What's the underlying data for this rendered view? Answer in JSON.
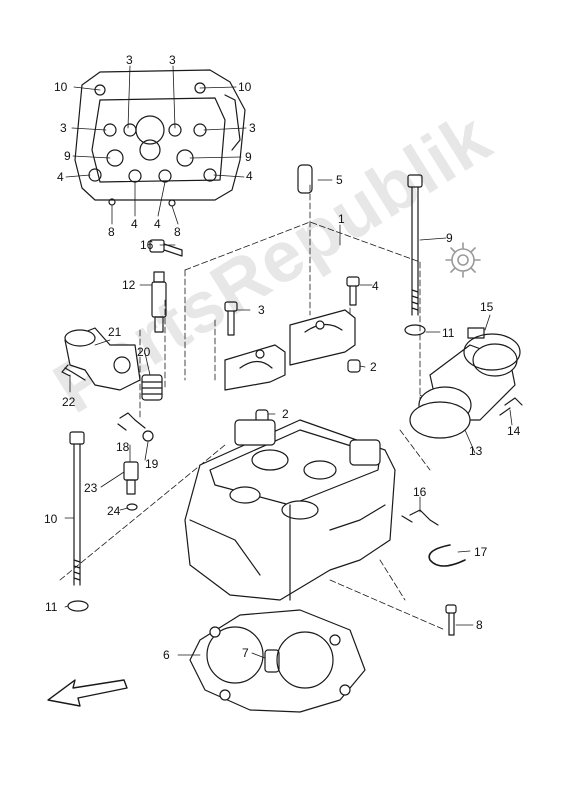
{
  "diagram": {
    "watermark": "PartsRepublik",
    "colors": {
      "line": "#1a1a1a",
      "fill": "#ffffff",
      "watermark": "#b0b0b0"
    },
    "callouts": {
      "c1": "1",
      "c2a": "2",
      "c2b": "2",
      "c3a": "3",
      "c3b": "3",
      "c3c": "3",
      "c3d": "3",
      "c3e": "3",
      "c4a": "4",
      "c4b": "4",
      "c4c": "4",
      "c4d": "4",
      "c4e": "4",
      "c5": "5",
      "c6": "6",
      "c7": "7",
      "c8a": "8",
      "c8b": "8",
      "c8c": "8",
      "c9a": "9",
      "c9b": "9",
      "c9c": "9",
      "c10a": "10",
      "c10b": "10",
      "c10c": "10",
      "c11a": "11",
      "c11b": "11",
      "c12": "12",
      "c13": "13",
      "c14": "14",
      "c15": "15",
      "c16a": "16",
      "c16b": "16",
      "c17": "17",
      "c18": "18",
      "c19": "19",
      "c20": "20",
      "c21": "21",
      "c22": "22",
      "c23": "23",
      "c24": "24"
    }
  }
}
